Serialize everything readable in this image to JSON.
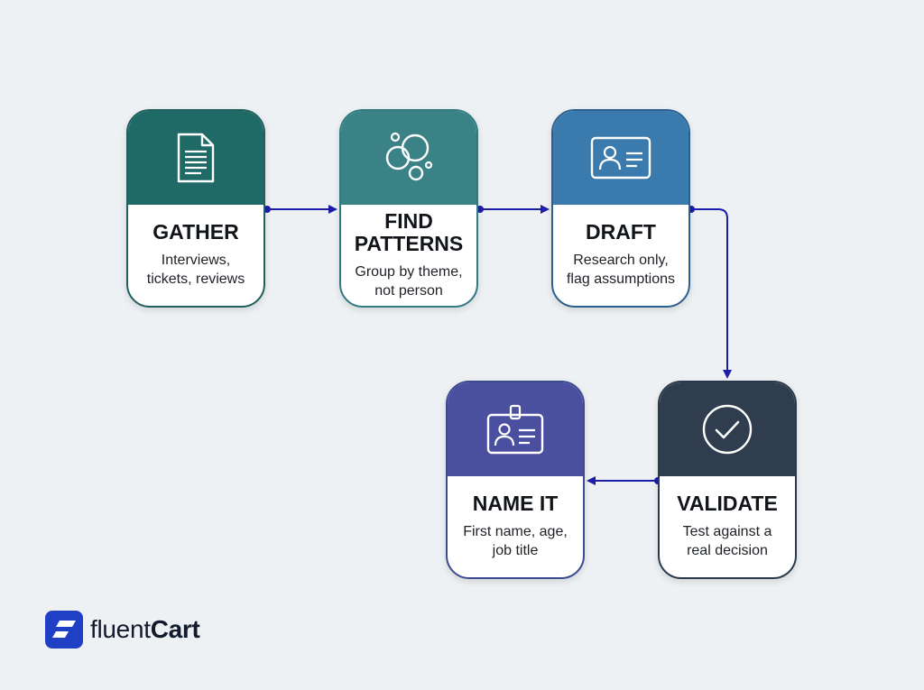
{
  "steps": {
    "gather": {
      "title": "GATHER",
      "desc": "Interviews,\ntickets, reviews",
      "icon": "document-icon"
    },
    "patterns": {
      "title": "FIND\nPATTERNS",
      "desc": "Group by theme,\nnot person",
      "icon": "bubbles-icon"
    },
    "draft": {
      "title": "DRAFT",
      "desc": "Research only,\nflag assumptions",
      "icon": "profile-card-icon"
    },
    "validate": {
      "title": "VALIDATE",
      "desc": "Test against a\nreal decision",
      "icon": "check-circle-icon"
    },
    "name": {
      "title": "NAME IT",
      "desc": "First name, age,\njob title",
      "icon": "id-badge-icon"
    }
  },
  "brand": {
    "light": "fluent",
    "bold": "Cart"
  },
  "colors": {
    "connector": "#1c1ea8",
    "gather": "#1f6a66",
    "patterns": "#3a8286",
    "draft": "#3a7aac",
    "validate": "#2f3d4e",
    "name": "#4a4fa0",
    "brand": "#1f3fc5"
  }
}
